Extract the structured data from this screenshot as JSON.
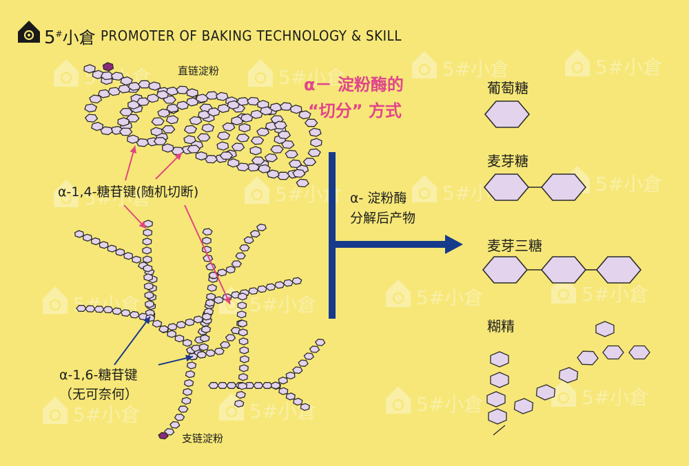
{
  "brand": {
    "number": "5",
    "sup": "#",
    "chinese": "小倉",
    "tagline": "PROMOTER OF BAKING TECHNOLOGY & SKILL",
    "watermark": "5#小倉"
  },
  "title": {
    "line1": "α－ 淀粉酶的",
    "line2": "“切分” 方式"
  },
  "labels": {
    "amylose": "直链淀粉",
    "amylopectin": "支链淀粉",
    "bond14": "α-1,4-糖苷键(随机切断)",
    "bond16_line1": "α-1,6-糖苷键",
    "bond16_line2": "（无可奈何）",
    "products_line1": "α- 淀粉酶",
    "products_line2": "分解后产物"
  },
  "products": [
    {
      "name": "葡萄糖"
    },
    {
      "name": "麦芽糖"
    },
    {
      "name": "麦芽三糖"
    },
    {
      "name": "糊精"
    }
  ],
  "colors": {
    "background": "#f6e778",
    "unit_fill": "#e3d3ec",
    "unit_end": "#8a2a7a",
    "title_pink": "#e0458c",
    "arrow_pink": "#e0457e",
    "arrow_navy": "#1a3a8a",
    "big_arrow": "#163a8c"
  }
}
